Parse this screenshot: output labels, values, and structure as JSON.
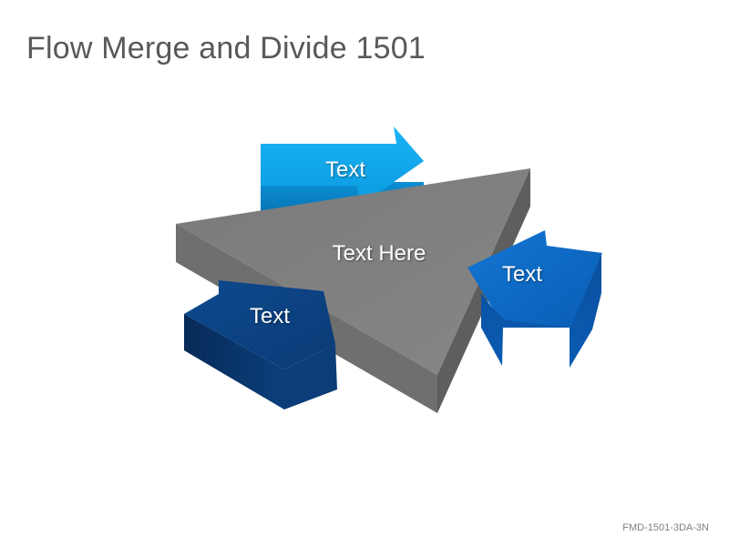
{
  "title": "Flow Merge and Divide 1501",
  "diagram": {
    "center_label": "Text Here",
    "arrow_top_label": "Text",
    "arrow_right_label": "Text",
    "arrow_left_label": "Text",
    "colors": {
      "center": "#808080",
      "arrow_top": "#0aa3ee",
      "arrow_right": "#0a66c2",
      "arrow_left": "#0b3f7c"
    }
  },
  "footer_code": "FMD-1501-3DA-3N"
}
